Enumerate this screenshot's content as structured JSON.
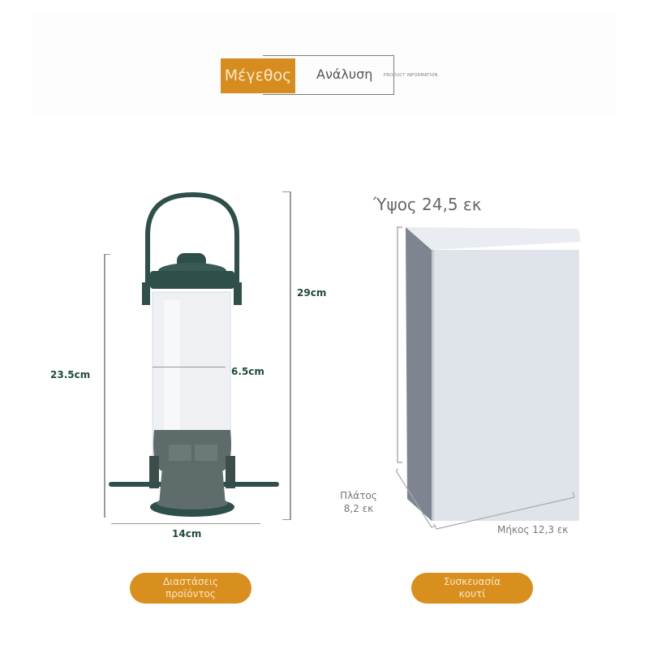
{
  "header": {
    "title_highlight": "Μέγεθος",
    "title_rest": "Ανάλυση",
    "tag": "PRODUCT INFORMATION"
  },
  "product": {
    "total_height": "29cm",
    "tube_height": "23.5cm",
    "tube_diameter": "6.5cm",
    "base_width": "14cm"
  },
  "box": {
    "height": "Ύψος 24,5 εκ",
    "width_label": "Πλάτος",
    "width_value": "8,2 εκ",
    "length": "Μήκος 12,3 εκ"
  },
  "buttons": [
    {
      "line1": "Διαστάσεις",
      "line2": "προϊόντος"
    },
    {
      "line1": "Συσκευασία",
      "line2": "κουτί"
    }
  ],
  "colors": {
    "accent": "#d68c1e",
    "feeder_green": "#2f4f4a",
    "dimension_text": "#1f4b3e"
  }
}
